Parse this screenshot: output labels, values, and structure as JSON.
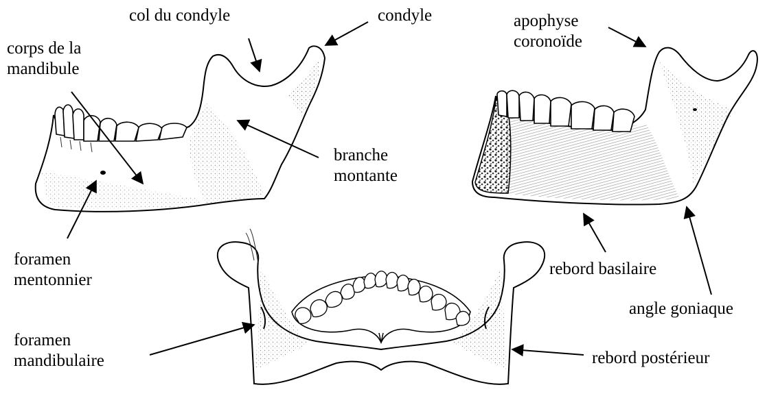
{
  "labels": {
    "col_du_condyle": "col du condyle",
    "condyle": "condyle",
    "corps_de_la_mandibule": [
      "corps de la",
      "mandibule"
    ],
    "branche_montante": [
      "branche",
      "montante"
    ],
    "foramen_mentonnier": [
      "foramen",
      "mentonnier"
    ],
    "apophyse_coronoide": [
      "apophyse",
      "coronoïde"
    ],
    "rebord_basilaire": "rebord basilaire",
    "angle_goniaque": "angle goniaque",
    "foramen_mandibulaire": [
      "foramen",
      "mandibulaire"
    ],
    "rebord_posterieur": "rebord postérieur"
  },
  "colors": {
    "ink": "#000000",
    "bone_fill": "#ffffff",
    "shade": "#555555"
  }
}
